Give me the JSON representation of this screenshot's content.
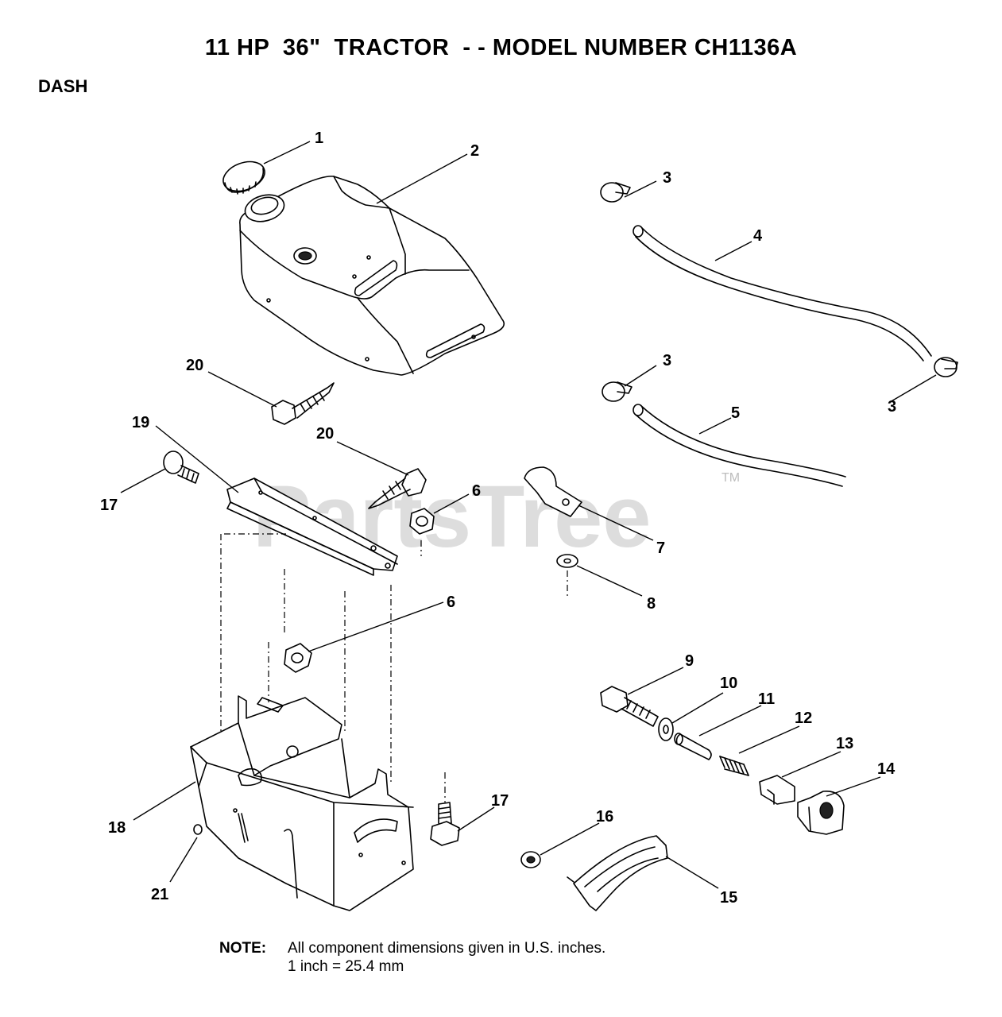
{
  "title": "11 HP  36\"  TRACTOR  - - MODEL NUMBER CH1136A",
  "section": "DASH",
  "watermark": {
    "text": "PartsTree",
    "trademark": "TM"
  },
  "note": {
    "label": "NOTE:",
    "line1": "All component dimensions given in U.S. inches.",
    "line2": "1 inch = 25.4 mm"
  },
  "callouts": [
    {
      "id": "c1",
      "label": "1"
    },
    {
      "id": "c2",
      "label": "2"
    },
    {
      "id": "c3a",
      "label": "3"
    },
    {
      "id": "c3b",
      "label": "3"
    },
    {
      "id": "c3c",
      "label": "3"
    },
    {
      "id": "c4",
      "label": "4"
    },
    {
      "id": "c5",
      "label": "5"
    },
    {
      "id": "c6a",
      "label": "6"
    },
    {
      "id": "c6b",
      "label": "6"
    },
    {
      "id": "c7",
      "label": "7"
    },
    {
      "id": "c8",
      "label": "8"
    },
    {
      "id": "c9",
      "label": "9"
    },
    {
      "id": "c10",
      "label": "10"
    },
    {
      "id": "c11",
      "label": "11"
    },
    {
      "id": "c12",
      "label": "12"
    },
    {
      "id": "c13",
      "label": "13"
    },
    {
      "id": "c14",
      "label": "14"
    },
    {
      "id": "c15",
      "label": "15"
    },
    {
      "id": "c16",
      "label": "16"
    },
    {
      "id": "c17a",
      "label": "17"
    },
    {
      "id": "c17b",
      "label": "17"
    },
    {
      "id": "c18",
      "label": "18"
    },
    {
      "id": "c19",
      "label": "19"
    },
    {
      "id": "c20a",
      "label": "20"
    },
    {
      "id": "c20b",
      "label": "20"
    },
    {
      "id": "c21",
      "label": "21"
    }
  ]
}
